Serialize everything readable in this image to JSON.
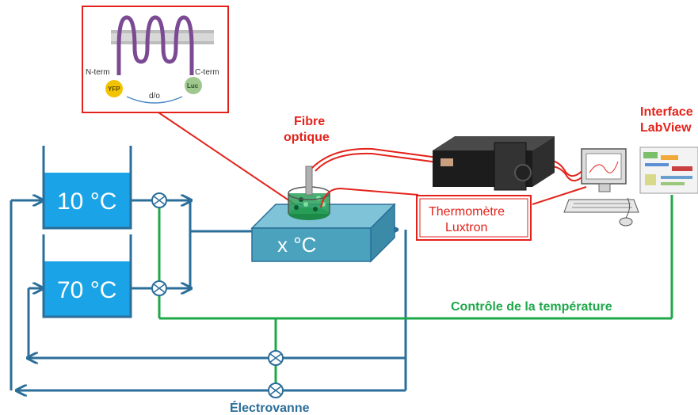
{
  "colors": {
    "pipe_blue": "#2b6e9a",
    "tank_blue": "#1aa3e6",
    "control_green": "#1fa84a",
    "signal_red": "#e3231b",
    "box_teal": "#4aa2bd"
  },
  "tanks": [
    {
      "label": "10 °C"
    },
    {
      "label": "70 °C"
    }
  ],
  "sample_box": {
    "label": "x °C"
  },
  "labels": {
    "fibre_line1": "Fibre",
    "fibre_line2": "optique",
    "thermometer_line1": "Thermomètre",
    "thermometer_line2": "Luxtron",
    "interface_line1": "Interface",
    "interface_line2": "LabView",
    "temperature_control": "Contrôle de la température",
    "electrovalve": "Électrovanne"
  },
  "inset": {
    "n_term": "N-term",
    "c_term": "C-term",
    "yfp": "YFP",
    "luc": "Luc",
    "distance": "d/o"
  },
  "icons": [
    "valve-icon",
    "spectrometer-icon",
    "computer-icon",
    "labview-screenshot-icon",
    "protein-membrane-icon"
  ]
}
